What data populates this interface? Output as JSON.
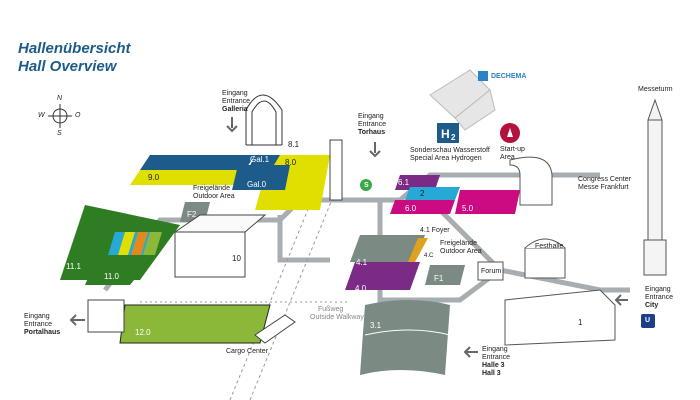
{
  "title": {
    "de": "Hallenübersicht",
    "en": "Hall Overview"
  },
  "compass": {
    "n": "N",
    "s": "S",
    "w": "W",
    "o": "O"
  },
  "brand": {
    "dechema": "DECHEMA",
    "h2": "H2"
  },
  "entrances": {
    "galleria": {
      "de": "Eingang",
      "en": "Entrance",
      "name": "Galleria"
    },
    "torhaus": {
      "de": "Eingang",
      "en": "Entrance",
      "name": "Torhaus"
    },
    "portalhaus": {
      "de": "Eingang",
      "en": "Entrance",
      "name": "Portalhaus"
    },
    "city": {
      "de": "Eingang",
      "en": "Entrance",
      "name": "City"
    },
    "halle3": {
      "de": "Eingang",
      "en": "Entrance",
      "name1": "Halle 3",
      "name2": "Hall 3"
    }
  },
  "labels": {
    "messeturm": "Messeturm",
    "sonderschau_de": "Sonderschau Wasserstoff",
    "sonderschau_en": "Special Area Hydrogen",
    "startup_1": "Start-up",
    "startup_2": "Area",
    "congress_1": "Congress Center",
    "congress_2": "Messe Frankfurt",
    "freigelaende1_1": "Freigelände",
    "freigelaende1_2": "Outdoor Area",
    "freigelaende2_1": "Freigelände",
    "freigelaende2_2": "Outdoor Area",
    "foyer": "4.1 Foyer",
    "festhalle": "Festhalle",
    "forum": "Forum",
    "fussweg_1": "Fußweg",
    "fussweg_2": "Outside Walkway",
    "cargo": "Cargo Center",
    "u_sign": "U",
    "s_sign": "S"
  },
  "halls": {
    "h8_1": "8.1",
    "h8_0": "8.0",
    "gal1": "Gal.1",
    "gal0": "Gal.0",
    "h9_0": "9.0",
    "f2": "F2",
    "h10": "10",
    "h11_1": "11.1",
    "h11_0": "11.0",
    "h12_0": "12.0",
    "h6_1": "6.1",
    "h6_0": "6.0",
    "h5_0": "5.0",
    "h4_1": "4.1",
    "h4_0": "4.0",
    "h4c": "4.C",
    "f1": "F1",
    "h3_1": "3.1",
    "h1": "1",
    "h2": "2"
  },
  "colors": {
    "title": "#1d5c8a",
    "yellow": "#e0df00",
    "green": "#2e7d22",
    "lightgreen": "#8cb83a",
    "blue": "#1d5c8a",
    "purple": "#7b2a86",
    "magenta": "#cc0a82",
    "cyan": "#26a9d6",
    "grey": "#7b8a83",
    "orange": "#e08a1e",
    "path": "#a7adb0"
  }
}
